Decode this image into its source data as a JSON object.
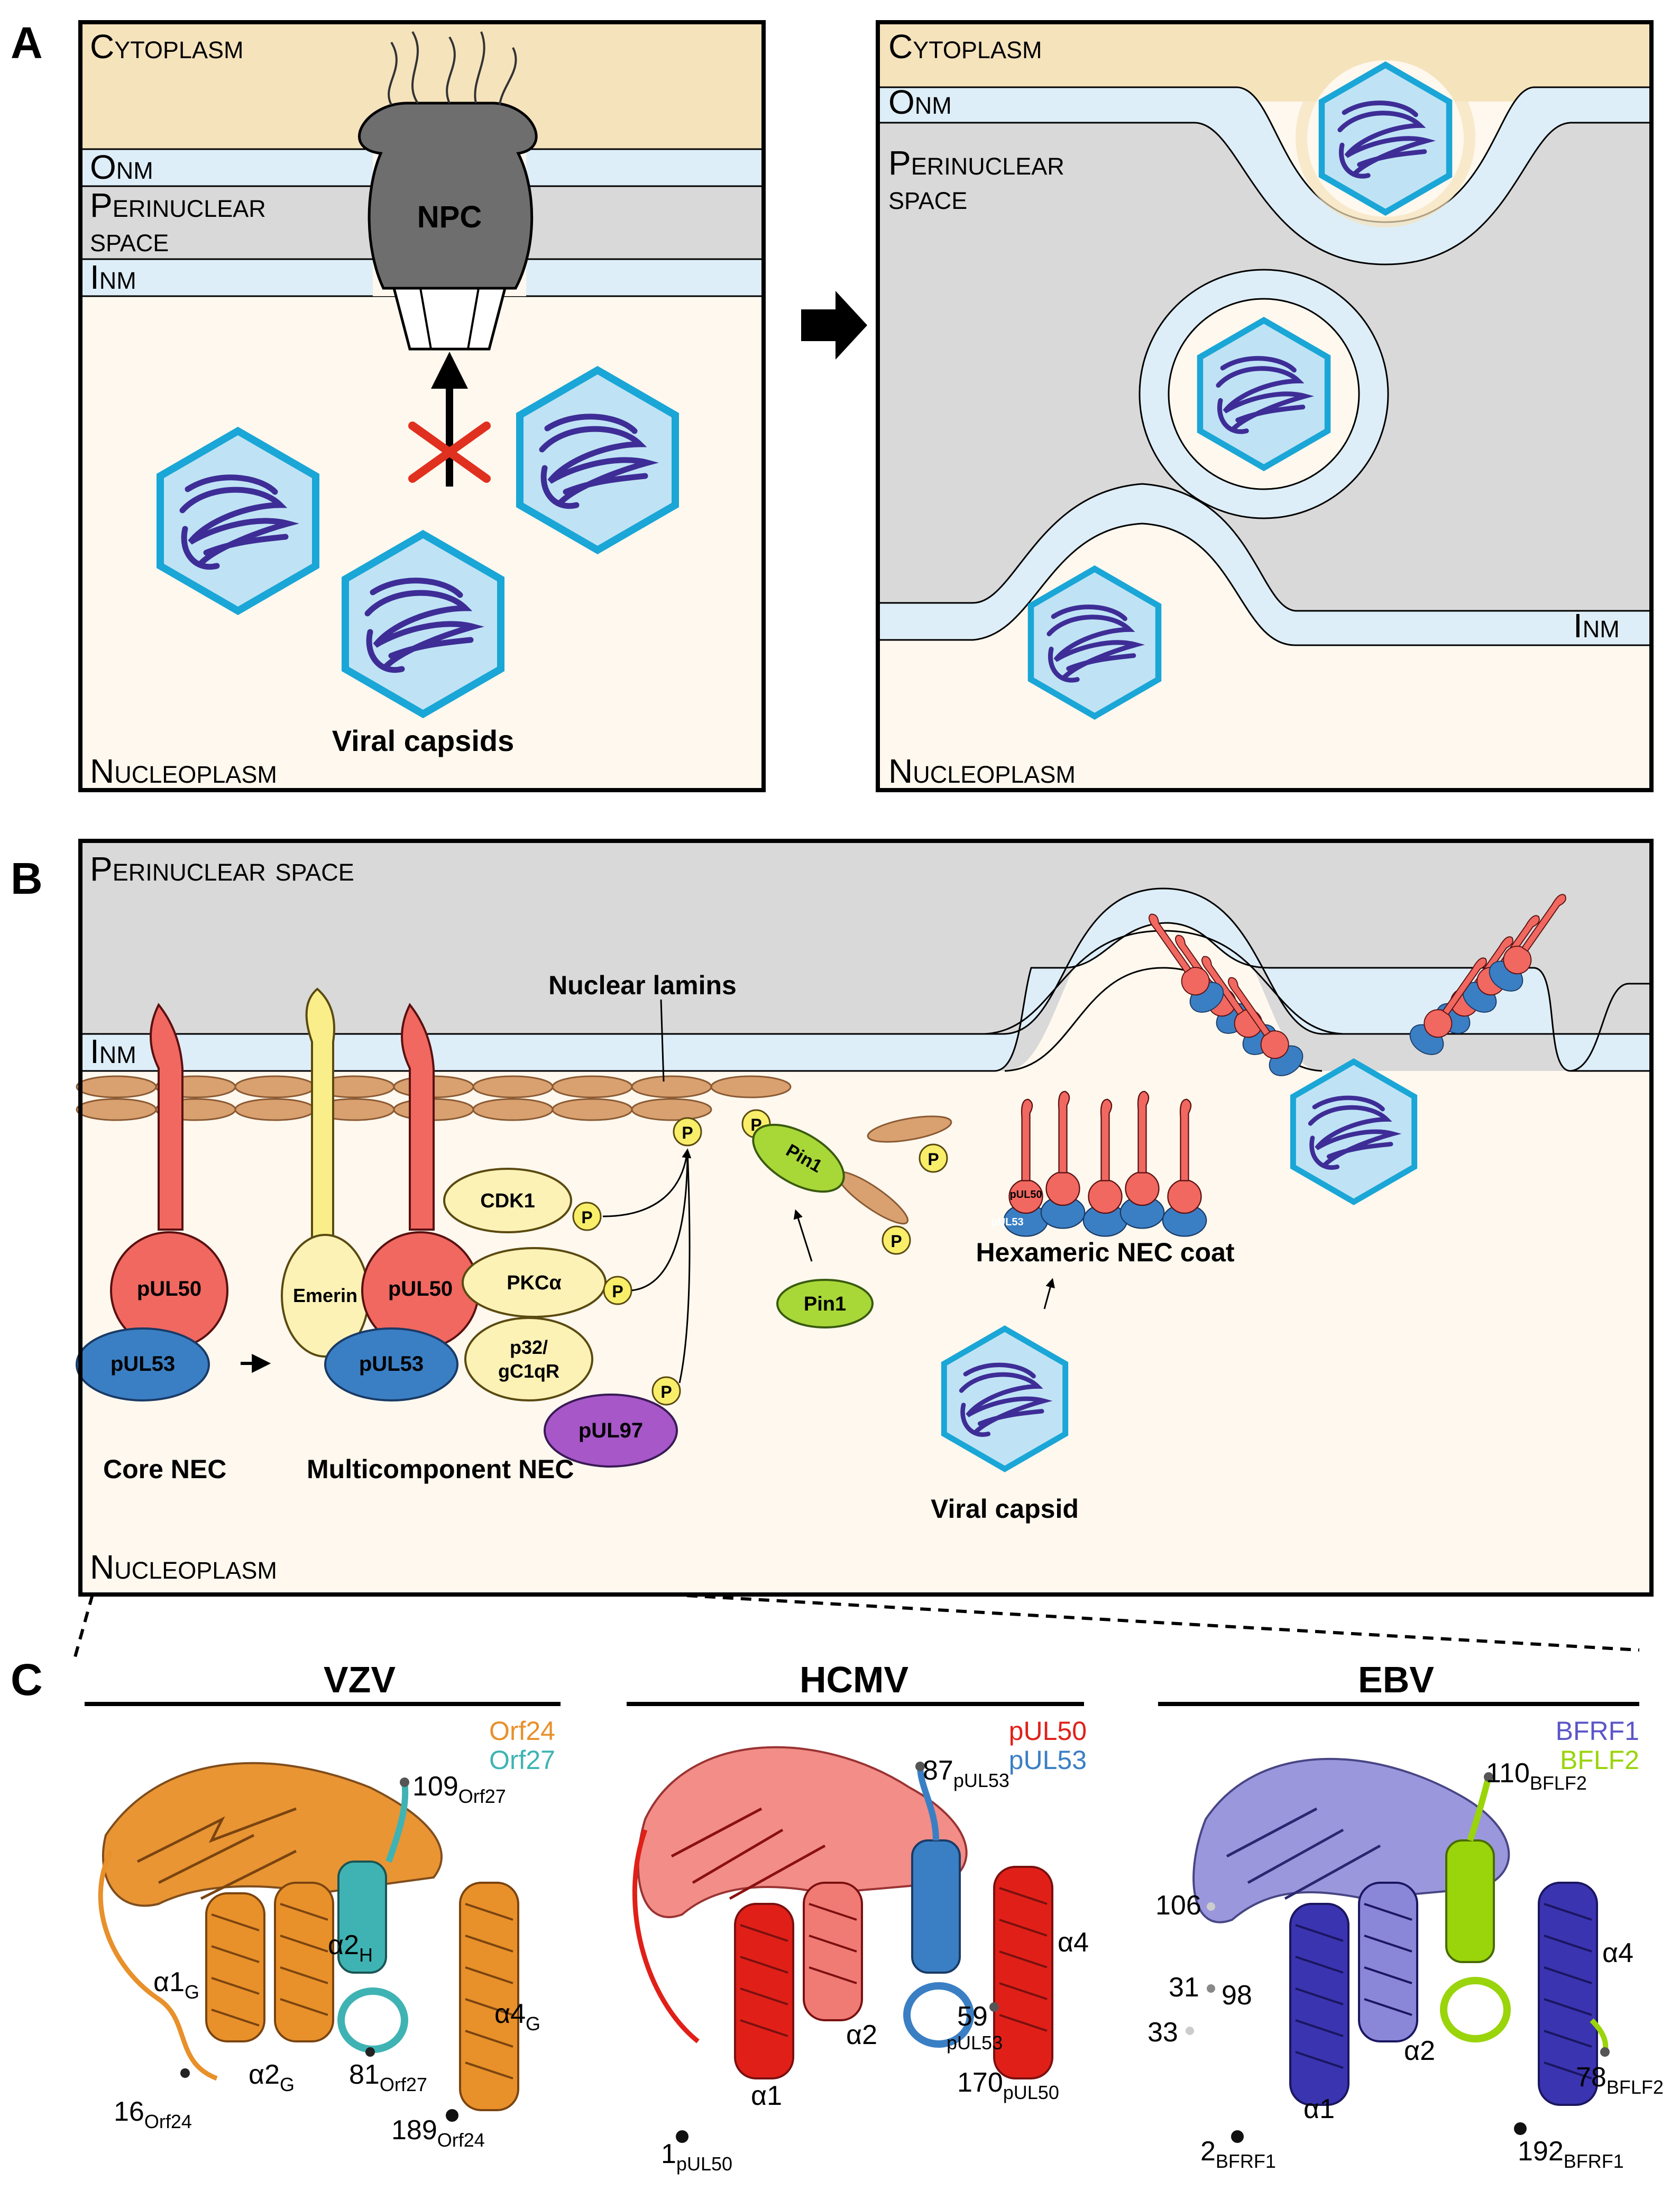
{
  "panel_a": {
    "letter": "A",
    "left": {
      "cytoplasm": "Cytoplasm",
      "onm": "Onm",
      "perinuclear_line1": "Perinuclear",
      "perinuclear_line2": "space",
      "inm": "Inm",
      "npc": "NPC",
      "capsids_label": "Viral capsids",
      "nucleoplasm": "Nucleoplasm"
    },
    "right": {
      "cytoplasm": "Cytoplasm",
      "onm": "Onm",
      "perinuclear_line1": "Perinuclear",
      "perinuclear_line2": "space",
      "inm": "Inm",
      "nucleoplasm": "Nucleoplasm"
    }
  },
  "panel_b": {
    "letter": "B",
    "perinuclear": "Perinuclear space",
    "inm": "Inm",
    "nucleoplasm": "Nucleoplasm",
    "nuclear_lamins": "Nuclear lamins",
    "pul50": "pUL50",
    "pul53": "pUL53",
    "emerin": "Emerin",
    "cdk1": "CDK1",
    "pkca": "PKCα",
    "p32_line1": "p32/",
    "p32_line2": "gC1qR",
    "pul97": "pUL97",
    "pin1": "Pin1",
    "pin1_bound": "Pin1",
    "phospho": "P",
    "core_nec": "Core NEC",
    "multicomponent_nec": "Multicomponent NEC",
    "hexameric_nec": "Hexameric NEC coat",
    "viral_capsid": "Viral capsid",
    "small_pul50": "pUL50",
    "small_pul53": "pUL53"
  },
  "panel_c": {
    "letter": "C",
    "vzv": {
      "title": "VZV",
      "legend1": "Orf24",
      "legend2": "Orf27",
      "labels": {
        "n109": "109",
        "n109_sub": "Orf27",
        "a1": "α1",
        "a1_sub": "G",
        "a2h": "α2",
        "a2h_sub": "H",
        "a4": "α4",
        "a4_sub": "G",
        "a2g": "α2",
        "a2g_sub": "G",
        "n81": "81",
        "n81_sub": "Orf27",
        "n16": "16",
        "n16_sub": "Orf24",
        "n189": "189",
        "n189_sub": "Orf24"
      }
    },
    "hcmv": {
      "title": "HCMV",
      "legend1": "pUL50",
      "legend2": "pUL53",
      "labels": {
        "n87": "87",
        "n87_sub": "pUL53",
        "a4": "α4",
        "a2": "α2",
        "n59": "59",
        "n59_sub": "pUL53",
        "a1": "α1",
        "n170": "170",
        "n170_sub": "pUL50",
        "n1": "1",
        "n1_sub": "pUL50"
      }
    },
    "ebv": {
      "title": "EBV",
      "legend1": "BFRF1",
      "legend2": "BFLF2",
      "labels": {
        "n110": "110",
        "n110_sub": "BFLF2",
        "n106": "106",
        "a4": "α4",
        "n31": "31",
        "n98": "98",
        "n33": "33",
        "a2": "α2",
        "a1": "α1",
        "n78": "78",
        "n78_sub": "BFLF2",
        "n2": "2",
        "n2_sub": "BFRF1",
        "n192": "192",
        "n192_sub": "BFRF1"
      }
    }
  },
  "colors": {
    "cytoplasm": "#f5e3bc",
    "membrane": "#deeef8",
    "perinuclear": "#d9d9d9",
    "nucleoplasm": "#fef8ee",
    "capsid_fill": "#bfe3f5",
    "capsid_stroke": "#1aa6d6",
    "genome": "#3e2d96",
    "orf24": "#e8902a",
    "orf27": "#3fb3b3",
    "pul50": "#e02018",
    "pul53": "#3a7fc4",
    "bfrf1": "#5b55c8",
    "bflf2": "#9ad40a"
  }
}
